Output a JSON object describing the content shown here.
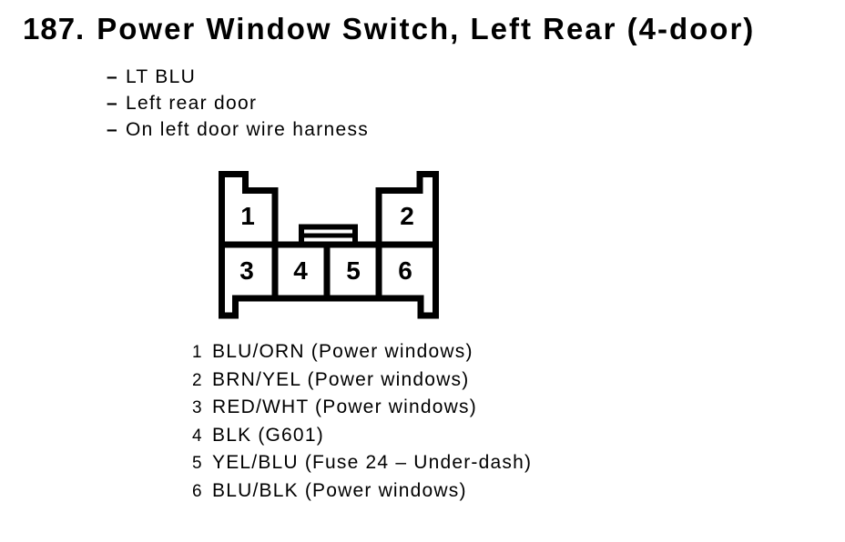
{
  "header": {
    "item_number": "187.",
    "title": "Power Window Switch, Left Rear (4-door)"
  },
  "notes": {
    "dash": "–",
    "items": [
      "LT BLU",
      "Left rear door",
      "On left door wire harness"
    ]
  },
  "connector": {
    "pins": [
      "1",
      "2",
      "3",
      "4",
      "5",
      "6"
    ]
  },
  "legend": {
    "rows": [
      {
        "pin": "1",
        "desc": "BLU/ORN (Power windows)"
      },
      {
        "pin": "2",
        "desc": "BRN/YEL (Power windows)"
      },
      {
        "pin": "3",
        "desc": "RED/WHT (Power windows)"
      },
      {
        "pin": "4",
        "desc": "BLK (G601)"
      },
      {
        "pin": "5",
        "desc": "YEL/BLU (Fuse 24 – Under-dash)"
      },
      {
        "pin": "6",
        "desc": "BLU/BLK (Power windows)"
      }
    ]
  },
  "colors": {
    "ink": "#000000",
    "background": "#ffffff"
  }
}
